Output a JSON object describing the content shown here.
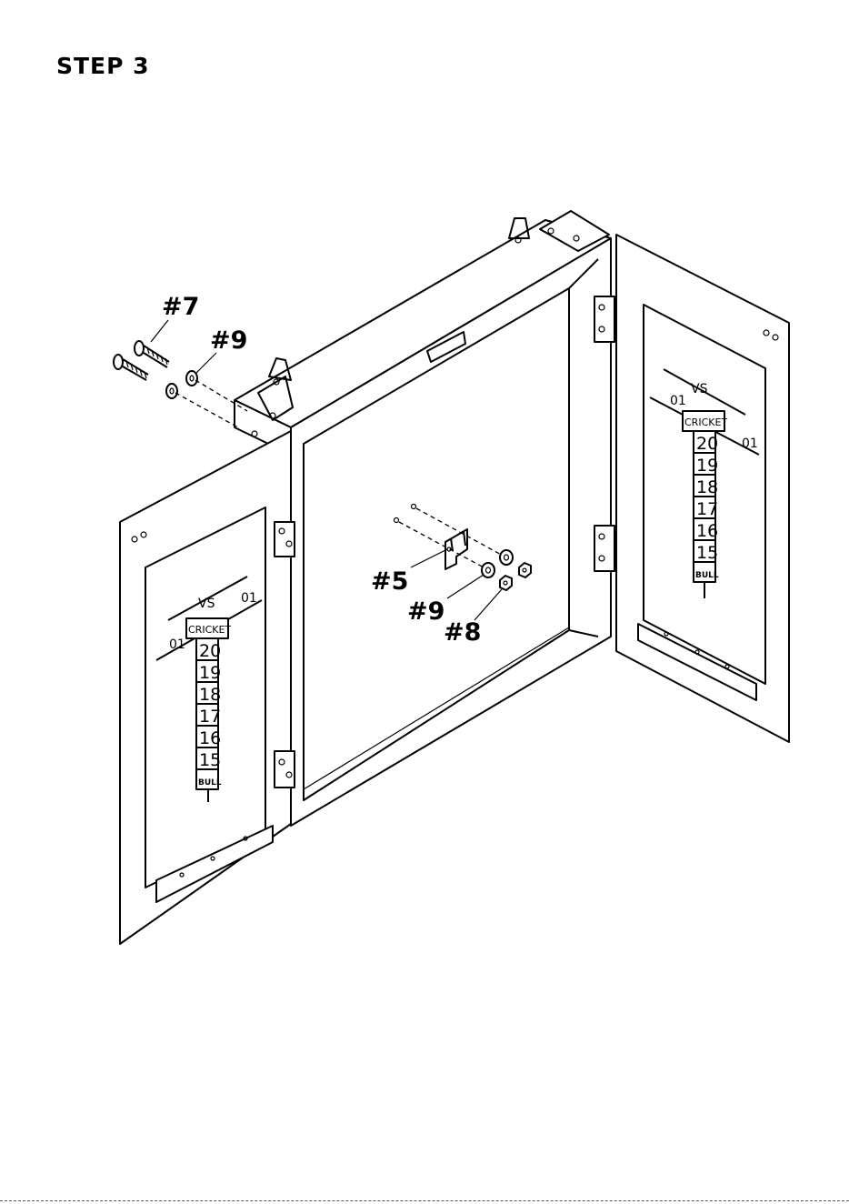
{
  "title": "STEP 3",
  "callouts": {
    "screw": "#7",
    "washer_top": "#9",
    "bracket": "#5",
    "washer_mid": "#9",
    "nut": "#8"
  },
  "scoreboard": {
    "vs": "VS",
    "left_label": "01",
    "right_label": "01",
    "header": "CRICKET",
    "rows": [
      "20",
      "19",
      "18",
      "17",
      "16",
      "15"
    ],
    "bull": "BULL"
  }
}
